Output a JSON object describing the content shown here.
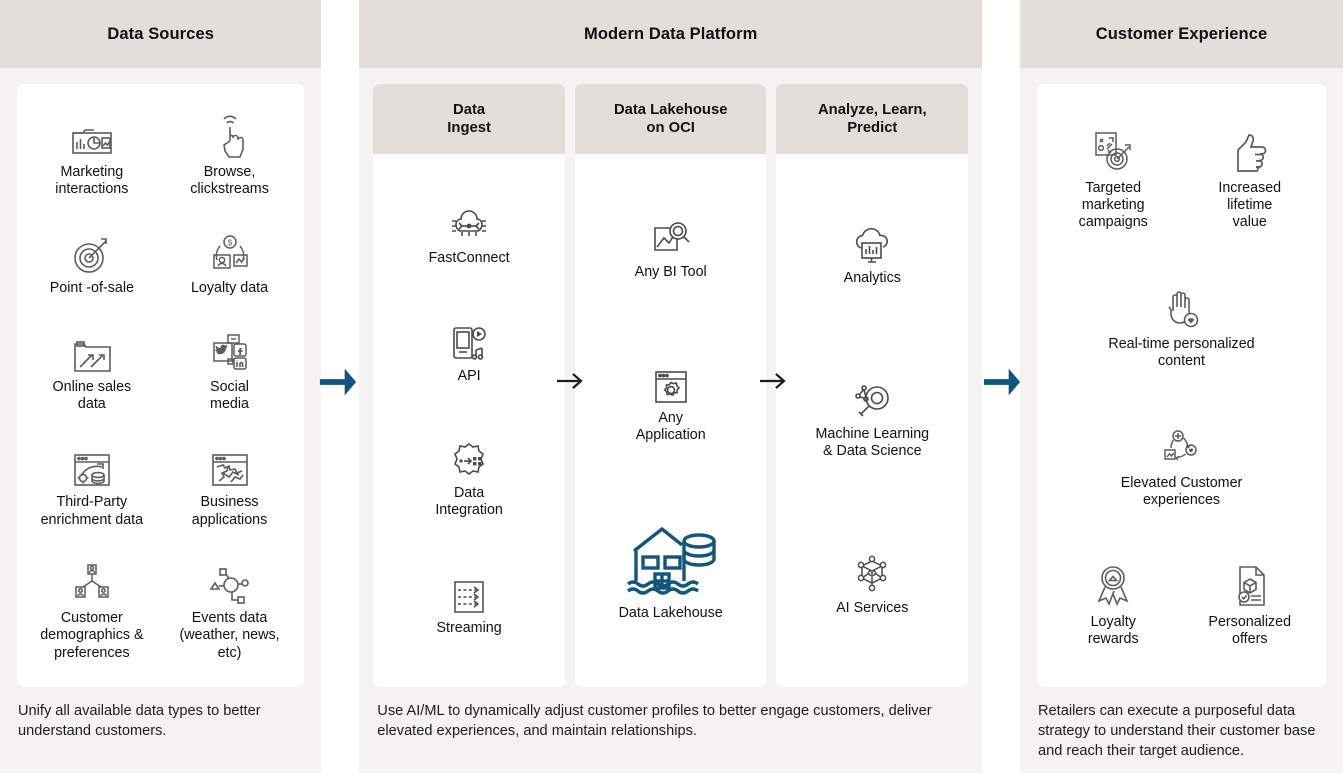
{
  "colors": {
    "header_bg": "#e2dfdb",
    "column_bg": "#f4f3f1",
    "card_bg": "#ffffff",
    "arrow_blue": "#12567f",
    "icon_gray": "#5c5c5c",
    "lakehouse_blue": "#12567f",
    "text": "#1a1a1a"
  },
  "columns": {
    "sources": {
      "title": "Data Sources",
      "items": [
        {
          "label": "Marketing\ninteractions",
          "icon": "marketing-chart-icon"
        },
        {
          "label": "Browse,\nclickstreams",
          "icon": "hand-tap-icon"
        },
        {
          "label": "Point -of-sale",
          "icon": "target-arrow-icon"
        },
        {
          "label": "Loyalty data",
          "icon": "loyalty-card-icon"
        },
        {
          "label": "Online sales\ndata",
          "icon": "sales-growth-icon"
        },
        {
          "label": "Social\nmedia",
          "icon": "social-media-icon"
        },
        {
          "label": "Third-Party\nenrichment data",
          "icon": "enrichment-browser-icon"
        },
        {
          "label": "Business\napplications",
          "icon": "puzzle-window-icon"
        },
        {
          "label": "Customer\ndemographics &\npreferences",
          "icon": "people-hierarchy-icon"
        },
        {
          "label": "Events data\n(weather, news,\netc)",
          "icon": "event-nodes-icon"
        }
      ],
      "caption": "Unify all available data types to better understand customers."
    },
    "platform": {
      "title": "Modern Data Platform",
      "caption": "Use AI/ML to dynamically adjust customer profiles to better engage customers, deliver elevated experiences, and maintain relationships.",
      "panels": [
        {
          "title": "Data\nIngest",
          "items": [
            {
              "label": "FastConnect",
              "icon": "fastconnect-icon"
            },
            {
              "label": "API",
              "icon": "api-device-icon"
            },
            {
              "label": "Data\nIntegration",
              "icon": "gear-data-icon"
            },
            {
              "label": "Streaming",
              "icon": "streaming-lines-icon"
            }
          ]
        },
        {
          "title": "Data Lakehouse\non OCI",
          "items": [
            {
              "label": "Any BI Tool",
              "icon": "bi-magnifier-chart-icon"
            },
            {
              "label": "Any\nApplication",
              "icon": "app-gear-window-icon"
            },
            {
              "label": "Data Lakehouse",
              "icon": "lakehouse-icon",
              "accent": true
            }
          ]
        },
        {
          "title": "Analyze, Learn,\nPredict",
          "items": [
            {
              "label": "Analytics",
              "icon": "cloud-analytics-icon"
            },
            {
              "label": "Machine Learning\n& Data Science",
              "icon": "ml-magnifier-icon"
            },
            {
              "label": "AI Services",
              "icon": "ai-network-icon"
            }
          ]
        }
      ]
    },
    "customer": {
      "title": "Customer Experience",
      "rows": [
        [
          {
            "label": "Targeted\nmarketing\ncampaigns",
            "icon": "campaign-target-icon"
          },
          {
            "label": "Increased\nlifetime\nvalue",
            "icon": "thumbs-up-icon"
          }
        ],
        [
          {
            "label": "Real-time personalized\ncontent",
            "icon": "hand-heart-icon",
            "wide": true
          }
        ],
        [
          {
            "label": "Elevated Customer\nexperiences",
            "icon": "experience-cycle-icon",
            "wide": true
          }
        ],
        [
          {
            "label": "Loyalty\nrewards",
            "icon": "award-ribbon-icon"
          },
          {
            "label": "Personalized\noffers",
            "icon": "offer-document-icon"
          }
        ]
      ],
      "caption": "Retailers can execute a purposeful data strategy to understand their customer base and reach their target audience."
    }
  },
  "arrows": [
    {
      "name": "arrow-sources-to-platform",
      "style": "large",
      "color": "#12567f"
    },
    {
      "name": "arrow-ingest-to-lakehouse",
      "style": "small",
      "color": "#1c1c1c"
    },
    {
      "name": "arrow-lakehouse-to-analyze",
      "style": "small",
      "color": "#1c1c1c"
    },
    {
      "name": "arrow-platform-to-customer",
      "style": "large",
      "color": "#12567f"
    }
  ]
}
